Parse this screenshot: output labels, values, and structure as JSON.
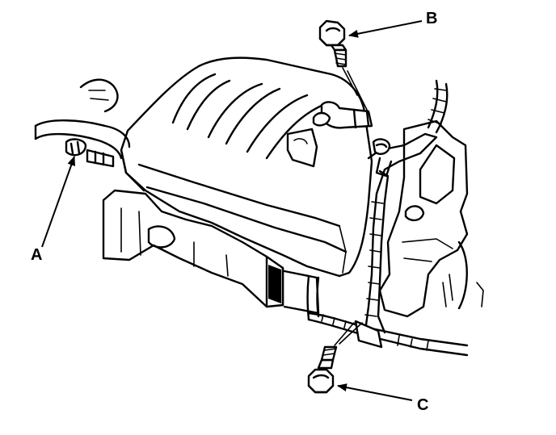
{
  "labels": {
    "a": "A",
    "b": "B",
    "c": "C"
  },
  "parts": {
    "a": "hose-clamp",
    "b": "bolt",
    "c": "bolt"
  },
  "colors": {
    "line": "#000000",
    "background": "#ffffff"
  }
}
